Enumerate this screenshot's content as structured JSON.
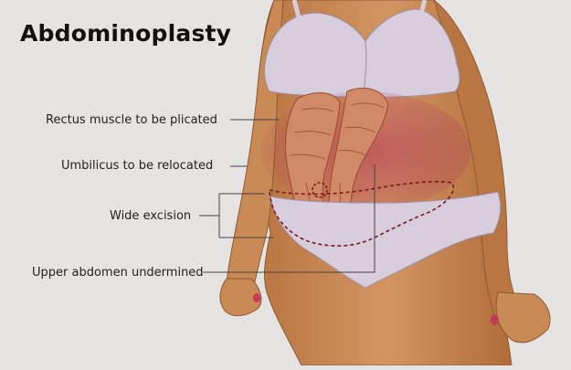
{
  "title": "Abdominoplasty",
  "labels": {
    "rectus": "Rectus muscle to be plicated",
    "umbilicus": "Umbilicus to be relocated",
    "wide_excision": "Wide excision",
    "upper_abdomen": "Upper abdomen undermined"
  },
  "colors": {
    "background": "#e6e4e3",
    "skin": "#c98a55",
    "skin_shadow": "#a5683a",
    "underwear": "#d7cddd",
    "muscle": "#d08a68",
    "excision_line": "#7a1a1a",
    "highlight": "#b0305a",
    "leader_line": "#444444"
  }
}
